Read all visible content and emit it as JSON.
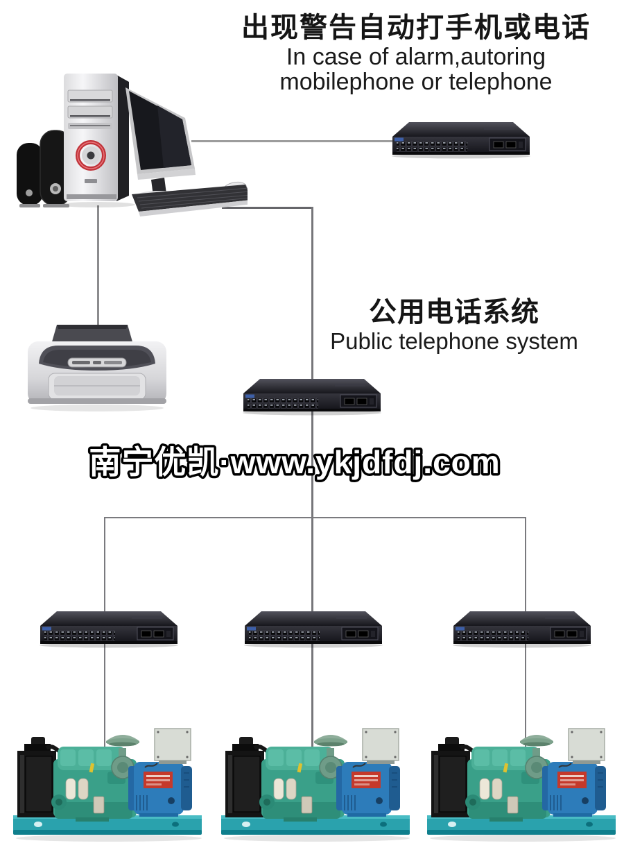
{
  "header": {
    "title_zh": "出现警告自动打手机或电话",
    "title_en1": "In case of alarm,autoring",
    "title_en2": "mobilephone or telephone"
  },
  "system_label": {
    "zh": "公用电话系统",
    "en": "Public telephone system"
  },
  "watermark": {
    "text": "南宁优凯·www.ykjdfdj.com"
  },
  "devices": {
    "computer": "desktop-computer-workstation",
    "printer": "inkjet-printer",
    "switch_top_right": "24-port-network-switch",
    "switch_middle": "24-port-network-switch",
    "switch_bottom_left": "24-port-network-switch",
    "switch_bottom_middle": "24-port-network-switch",
    "switch_bottom_right": "24-port-network-switch",
    "generator_left": "diesel-generator-set",
    "generator_middle": "diesel-generator-set",
    "generator_right": "diesel-generator-set"
  },
  "colors": {
    "connection_line": "#7a7a7e",
    "generator_base_teal": "#2aa2ad",
    "alternator_blue": "#2d7cba",
    "engine_green": "#3aa089",
    "label_red": "#c5392b",
    "switch_body": "#1d1d23",
    "watermark_fill": "#ffffff",
    "watermark_stroke": "#000000"
  }
}
